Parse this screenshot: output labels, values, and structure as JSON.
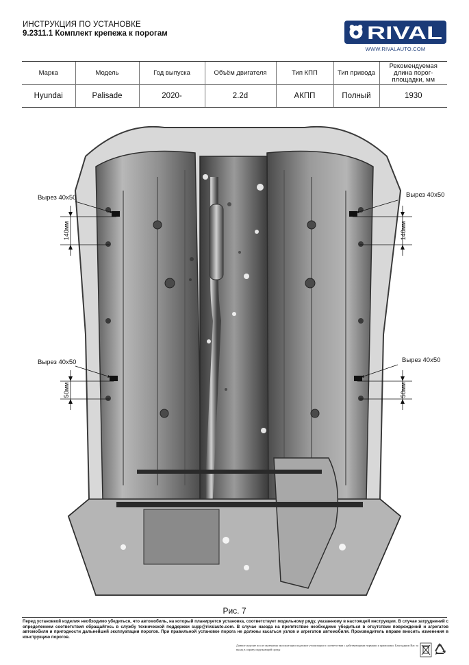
{
  "header": {
    "title": "ИНСТРУКЦИЯ ПО УСТАНОВКЕ",
    "subtitle": "9.2311.1 Комплект крепежа к порогам",
    "brand": "RIVAL",
    "website": "WWW.RIVALAUTO.COM"
  },
  "spec_table": {
    "headers": [
      "Марка",
      "Модель",
      "Год выпуска",
      "Объём двигателя",
      "Тип КПП",
      "Тип привода",
      "Рекомендуемая длина порог-площадки, мм"
    ],
    "rows": [
      [
        "Hyundai",
        "Palisade",
        "2020-",
        "2.2d",
        "АКПП",
        "Полный",
        "1930"
      ]
    ]
  },
  "diagram": {
    "label_cutout": "Вырез 40х50",
    "dim_front": "140мм",
    "dim_rear": "50мм",
    "caption": "Рис. 7"
  },
  "footer": {
    "warning": "Перед установкой изделия необходимо убедиться, что автомобиль, на который планируется установка, соответствует модельному ряду, указанному в настоящей инструкции. В случае затруднений с определением соответствия обращайтесь в службу технической поддержки supp@rivalauto.com. В случае наезда на препятствие необходимо убедиться в отсутствии повреждений и агрегатов автомобиля и пригодности дальнейшей эксплуатации порогов. При правильной установке порога не должны касаться узлов и агрегатов автомобиля. Производитель вправе вносить изменения в конструкцию порогов.",
    "disposal_note": "Данное изделие после окончания эксплуатации подлежит утилизации в соответствии с действующими нормами и правилами. Благодарим Вас за вклад в охрану окружающей среды",
    "recycle_icon": "recycle-icon",
    "disposal_icon": "crossed-bin-icon"
  },
  "colors": {
    "brand_blue": "#1a3a78",
    "text": "#111111"
  }
}
